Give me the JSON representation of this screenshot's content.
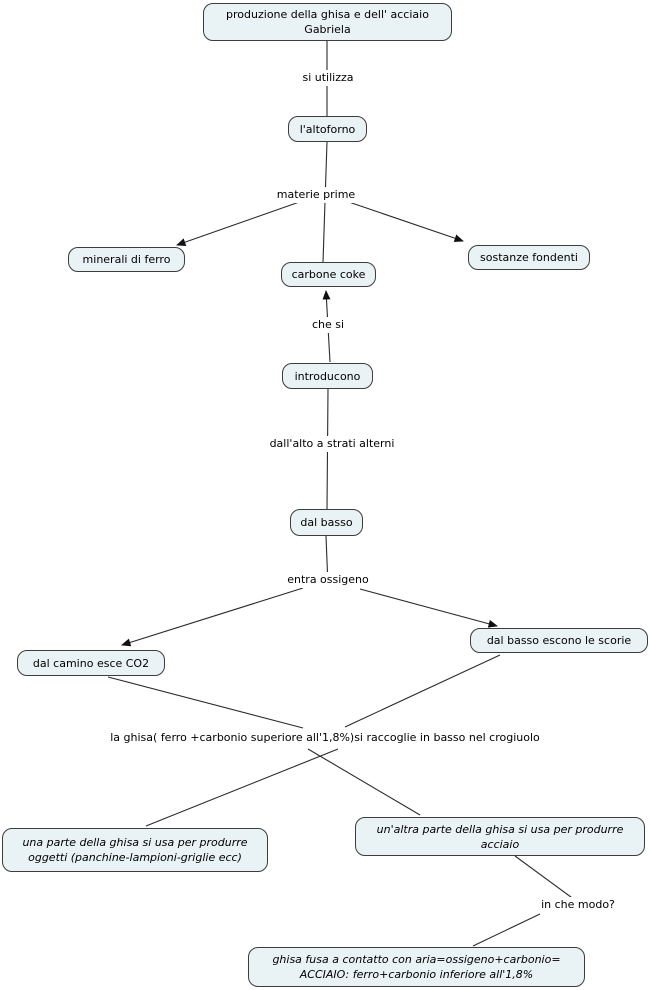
{
  "diagram": {
    "type": "concept-map",
    "colors": {
      "canvas_bg": "#ffffff",
      "node_fill": "#e9f2f4",
      "node_border": "#3c3c3c",
      "line_color": "#2b2b2b"
    },
    "nodes": {
      "title": "produzione della  ghisa e dell'  acciaio\nGabriela",
      "altoforno": "l'altoforno",
      "minerali": "minerali di ferro",
      "carbone": "carbone coke",
      "sostanze": "sostanze fondenti",
      "introducono": "introducono",
      "dal_basso": "dal basso",
      "camino": "dal camino esce CO2",
      "scorie": "dal basso escono le scorie",
      "una_parte": "una parte della ghisa si usa per produrre\noggetti (panchine-lampioni-griglie ecc)",
      "un_altra": "un'altra parte della ghisa si usa per produrre\nacciaio",
      "ghisa_fusa": "ghisa fusa a contatto con aria=ossigeno+carbonio=\nACCIAIO: ferro+carbonio inferiore all'1,8%"
    },
    "links": {
      "si_utilizza": "si utilizza",
      "materie_prime": "materie prime",
      "che_si": "che si",
      "dallalto": "dall'alto a strati alterni",
      "entra_ossigeno": "entra ossigeno",
      "la_ghisa": "la ghisa( ferro +carbonio superiore all'1,8%)si raccoglie in basso nel crogiuolo",
      "in_che_modo": "in che modo?"
    }
  }
}
